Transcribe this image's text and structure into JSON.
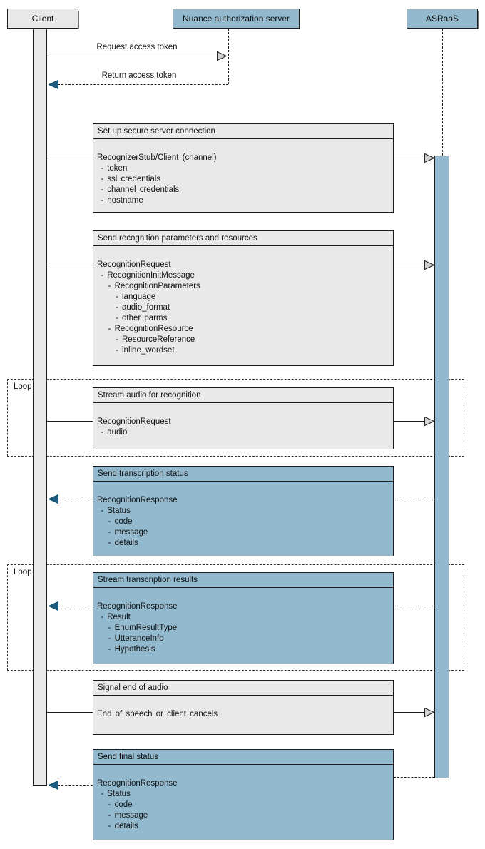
{
  "diagram": {
    "actors": [
      {
        "label": "Client",
        "style": "gray"
      },
      {
        "label": "Nuance authorization server",
        "style": "blue"
      },
      {
        "label": "ASRaaS",
        "style": "blue"
      }
    ],
    "top_messages": [
      {
        "label": "Request access token",
        "direction": "right",
        "line": "solid"
      },
      {
        "label": "Return access token",
        "direction": "left",
        "line": "dashed"
      }
    ],
    "loops": [
      {
        "label": "Loop"
      },
      {
        "label": "Loop"
      }
    ],
    "boxes": [
      {
        "title": "Set up secure server connection",
        "color": "gray",
        "arrow": "request-to-asraas",
        "lines": [
          "RecognizerStub/Client (channel)",
          " - token",
          " - ssl credentials",
          " - channel credentials",
          " - hostname"
        ]
      },
      {
        "title": "Send recognition parameters and resources",
        "color": "gray",
        "arrow": "request-to-asraas",
        "lines": [
          "RecognitionRequest",
          " - RecognitionInitMessage",
          "   - RecognitionParameters",
          "     - language",
          "     - audio_format",
          "     - other parms",
          "   - RecognitionResource",
          "     - ResourceReference",
          "     - inline_wordset"
        ]
      },
      {
        "title": "Stream audio for recognition",
        "color": "gray",
        "arrow": "request-to-asraas",
        "lines": [
          "RecognitionRequest",
          " - audio"
        ]
      },
      {
        "title": "Send transcription status",
        "color": "blue",
        "arrow": "response-to-client",
        "lines": [
          "RecognitionResponse",
          " - Status",
          "   - code",
          "   - message",
          "   - details"
        ]
      },
      {
        "title": "Stream transcription results",
        "color": "blue",
        "arrow": "response-to-client",
        "lines": [
          "RecognitionResponse",
          " - Result",
          "   - EnumResultType",
          "   - UtteranceInfo",
          "   - Hypothesis"
        ]
      },
      {
        "title": "Signal end of audio",
        "color": "gray",
        "arrow": "request-to-asraas",
        "lines": [
          "End of speech or client cancels"
        ]
      },
      {
        "title": "Send final status",
        "color": "blue",
        "arrow": "response-to-client",
        "lines": [
          "RecognitionResponse",
          " - Status",
          "   - code",
          "   - message",
          "   - details"
        ]
      }
    ],
    "colors": {
      "actor_blue": "#92b9ce",
      "box_gray": "#e9e9e9",
      "box_blue": "#92b9ce",
      "response_arrowhead": "#1d5c80",
      "request_arrowhead_fill": "#d4d4d4",
      "line": "#1c1c1c"
    }
  }
}
